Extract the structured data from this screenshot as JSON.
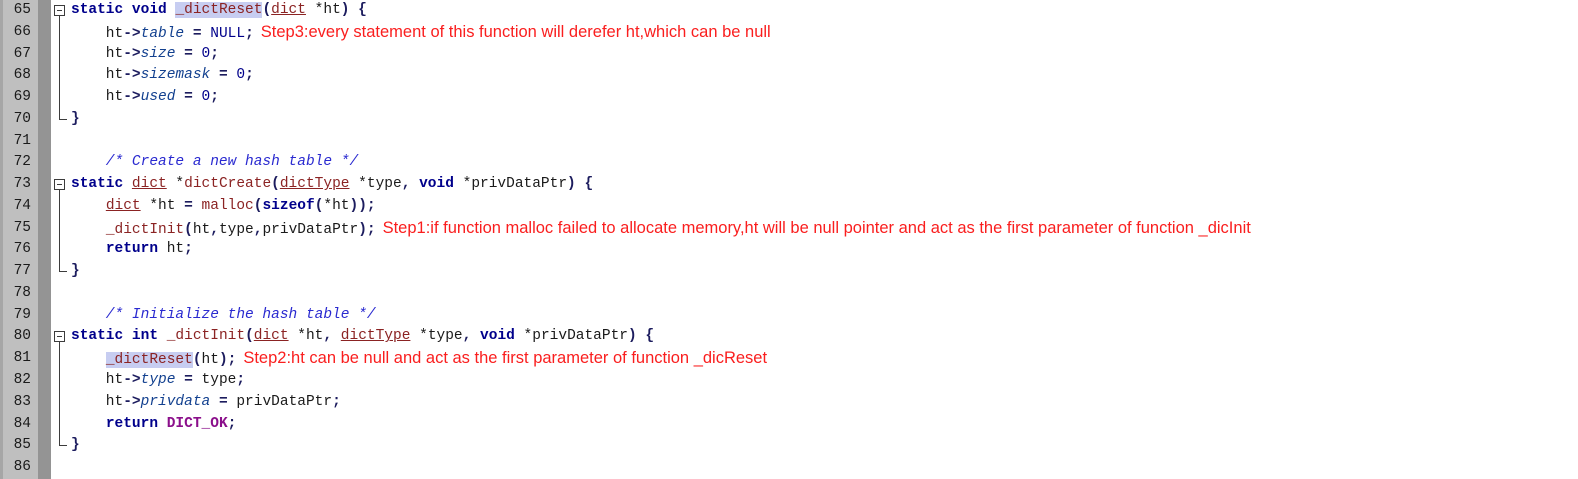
{
  "editor": {
    "background": "#ffffff",
    "gutter_bg": "#bfbfbf",
    "bookmark_strip_bg": "#949494",
    "fold_marker_color": "#3c3c3c",
    "highlight_bg": "#c7cdf1",
    "colors": {
      "k": "#00008b",
      "pu": "#1c1c5e",
      "pl": "#1a1a1a",
      "ty": "#8b2323",
      "fn": "#8b2323",
      "hl": "#8b2323",
      "mem": "#12408f",
      "cm": "#2a2ad0",
      "cst": "#00008b",
      "mac": "#8b0f8b",
      "ann": "#fa1e1e"
    },
    "annotations": {
      "step1": "Step1:if function malloc failed to allocate memory,ht will be null pointer and act as the first parameter of function _dicInit",
      "step2": "Step2:ht can be null and act as the first parameter of function _dicReset",
      "step3": "Step3:every statement of this function will derefer ht,which can be null"
    },
    "lines": [
      {
        "num": 65,
        "fold": "open",
        "tokens": [
          [
            "k",
            "static"
          ],
          [
            "pl",
            " "
          ],
          [
            "k",
            "void"
          ],
          [
            "pl",
            " "
          ],
          [
            "hl",
            "_dictReset"
          ],
          [
            "pu",
            "("
          ],
          [
            "ty",
            "dict"
          ],
          [
            "pl",
            " *ht"
          ],
          [
            "pu",
            ") {"
          ]
        ]
      },
      {
        "num": 66,
        "fold": "line",
        "tokens": [
          [
            "pl",
            "    ht"
          ],
          [
            "pu",
            "->"
          ],
          [
            "mem",
            "table"
          ],
          [
            "pl",
            " "
          ],
          [
            "pu",
            "="
          ],
          [
            "pl",
            " "
          ],
          [
            "cst",
            "NULL"
          ],
          [
            "pu",
            ";"
          ],
          [
            "ann",
            "Step3:every statement of this function will derefer ht,which can be null"
          ]
        ]
      },
      {
        "num": 67,
        "fold": "line",
        "tokens": [
          [
            "pl",
            "    ht"
          ],
          [
            "pu",
            "->"
          ],
          [
            "mem",
            "size"
          ],
          [
            "pl",
            " "
          ],
          [
            "pu",
            "="
          ],
          [
            "pl",
            " "
          ],
          [
            "cst",
            "0"
          ],
          [
            "pu",
            ";"
          ]
        ]
      },
      {
        "num": 68,
        "fold": "line",
        "tokens": [
          [
            "pl",
            "    ht"
          ],
          [
            "pu",
            "->"
          ],
          [
            "mem",
            "sizemask"
          ],
          [
            "pl",
            " "
          ],
          [
            "pu",
            "="
          ],
          [
            "pl",
            " "
          ],
          [
            "cst",
            "0"
          ],
          [
            "pu",
            ";"
          ]
        ]
      },
      {
        "num": 69,
        "fold": "line",
        "tokens": [
          [
            "pl",
            "    ht"
          ],
          [
            "pu",
            "->"
          ],
          [
            "mem",
            "used"
          ],
          [
            "pl",
            " "
          ],
          [
            "pu",
            "="
          ],
          [
            "pl",
            " "
          ],
          [
            "cst",
            "0"
          ],
          [
            "pu",
            ";"
          ]
        ]
      },
      {
        "num": 70,
        "fold": "end",
        "tokens": [
          [
            "pu",
            "}"
          ]
        ]
      },
      {
        "num": 71,
        "fold": "none",
        "tokens": []
      },
      {
        "num": 72,
        "fold": "none",
        "tokens": [
          [
            "cm",
            "    /* Create a new hash table */"
          ]
        ]
      },
      {
        "num": 73,
        "fold": "open",
        "tokens": [
          [
            "k",
            "static"
          ],
          [
            "pl",
            " "
          ],
          [
            "ty",
            "dict"
          ],
          [
            "pl",
            " *"
          ],
          [
            "fn",
            "dictCreate"
          ],
          [
            "pu",
            "("
          ],
          [
            "ty",
            "dictType"
          ],
          [
            "pl",
            " *type"
          ],
          [
            "pu",
            ","
          ],
          [
            "pl",
            " "
          ],
          [
            "k",
            "void"
          ],
          [
            "pl",
            " *privDataPtr"
          ],
          [
            "pu",
            ") {"
          ]
        ]
      },
      {
        "num": 74,
        "fold": "line",
        "tokens": [
          [
            "pl",
            "    "
          ],
          [
            "ty",
            "dict"
          ],
          [
            "pl",
            " *ht "
          ],
          [
            "pu",
            "="
          ],
          [
            "pl",
            " "
          ],
          [
            "fn",
            "malloc"
          ],
          [
            "pu",
            "("
          ],
          [
            "k",
            "sizeof"
          ],
          [
            "pu",
            "("
          ],
          [
            "pl",
            "*ht"
          ],
          [
            "pu",
            "));"
          ]
        ]
      },
      {
        "num": 75,
        "fold": "line",
        "tokens": [
          [
            "pl",
            "    "
          ],
          [
            "fn",
            "_dictInit"
          ],
          [
            "pu",
            "("
          ],
          [
            "pl",
            "ht"
          ],
          [
            "pu",
            ","
          ],
          [
            "pl",
            "type"
          ],
          [
            "pu",
            ","
          ],
          [
            "pl",
            "privDataPtr"
          ],
          [
            "pu",
            ");"
          ],
          [
            "ann",
            "Step1:if function malloc failed to allocate memory,ht will be null pointer and act as the first parameter of function _dicInit"
          ]
        ]
      },
      {
        "num": 76,
        "fold": "line",
        "tokens": [
          [
            "pl",
            "    "
          ],
          [
            "k",
            "return"
          ],
          [
            "pl",
            " ht"
          ],
          [
            "pu",
            ";"
          ]
        ]
      },
      {
        "num": 77,
        "fold": "end",
        "tokens": [
          [
            "pu",
            "}"
          ]
        ]
      },
      {
        "num": 78,
        "fold": "none",
        "tokens": []
      },
      {
        "num": 79,
        "fold": "none",
        "tokens": [
          [
            "cm",
            "    /* Initialize the hash table */"
          ]
        ]
      },
      {
        "num": 80,
        "fold": "open",
        "tokens": [
          [
            "k",
            "static"
          ],
          [
            "pl",
            " "
          ],
          [
            "k",
            "int"
          ],
          [
            "pl",
            " "
          ],
          [
            "fn",
            "_dictInit"
          ],
          [
            "pu",
            "("
          ],
          [
            "ty",
            "dict"
          ],
          [
            "pl",
            " *ht"
          ],
          [
            "pu",
            ","
          ],
          [
            "pl",
            " "
          ],
          [
            "ty",
            "dictType"
          ],
          [
            "pl",
            " *type"
          ],
          [
            "pu",
            ","
          ],
          [
            "pl",
            " "
          ],
          [
            "k",
            "void"
          ],
          [
            "pl",
            " *privDataPtr"
          ],
          [
            "pu",
            ") {"
          ]
        ]
      },
      {
        "num": 81,
        "fold": "line",
        "tokens": [
          [
            "pl",
            "    "
          ],
          [
            "hl",
            "_dictReset"
          ],
          [
            "pu",
            "("
          ],
          [
            "pl",
            "ht"
          ],
          [
            "pu",
            ");"
          ],
          [
            "ann",
            "Step2:ht can be null and act as the first parameter of function _dicReset"
          ]
        ]
      },
      {
        "num": 82,
        "fold": "line",
        "tokens": [
          [
            "pl",
            "    ht"
          ],
          [
            "pu",
            "->"
          ],
          [
            "mem",
            "type"
          ],
          [
            "pl",
            " "
          ],
          [
            "pu",
            "="
          ],
          [
            "pl",
            " type"
          ],
          [
            "pu",
            ";"
          ]
        ]
      },
      {
        "num": 83,
        "fold": "line",
        "tokens": [
          [
            "pl",
            "    ht"
          ],
          [
            "pu",
            "->"
          ],
          [
            "mem",
            "privdata"
          ],
          [
            "pl",
            " "
          ],
          [
            "pu",
            "="
          ],
          [
            "pl",
            " privDataPtr"
          ],
          [
            "pu",
            ";"
          ]
        ]
      },
      {
        "num": 84,
        "fold": "line",
        "tokens": [
          [
            "pl",
            "    "
          ],
          [
            "k",
            "return"
          ],
          [
            "pl",
            " "
          ],
          [
            "mac",
            "DICT_OK"
          ],
          [
            "pu",
            ";"
          ]
        ]
      },
      {
        "num": 85,
        "fold": "end",
        "tokens": [
          [
            "pu",
            "}"
          ]
        ]
      },
      {
        "num": 86,
        "fold": "none",
        "tokens": []
      }
    ]
  }
}
